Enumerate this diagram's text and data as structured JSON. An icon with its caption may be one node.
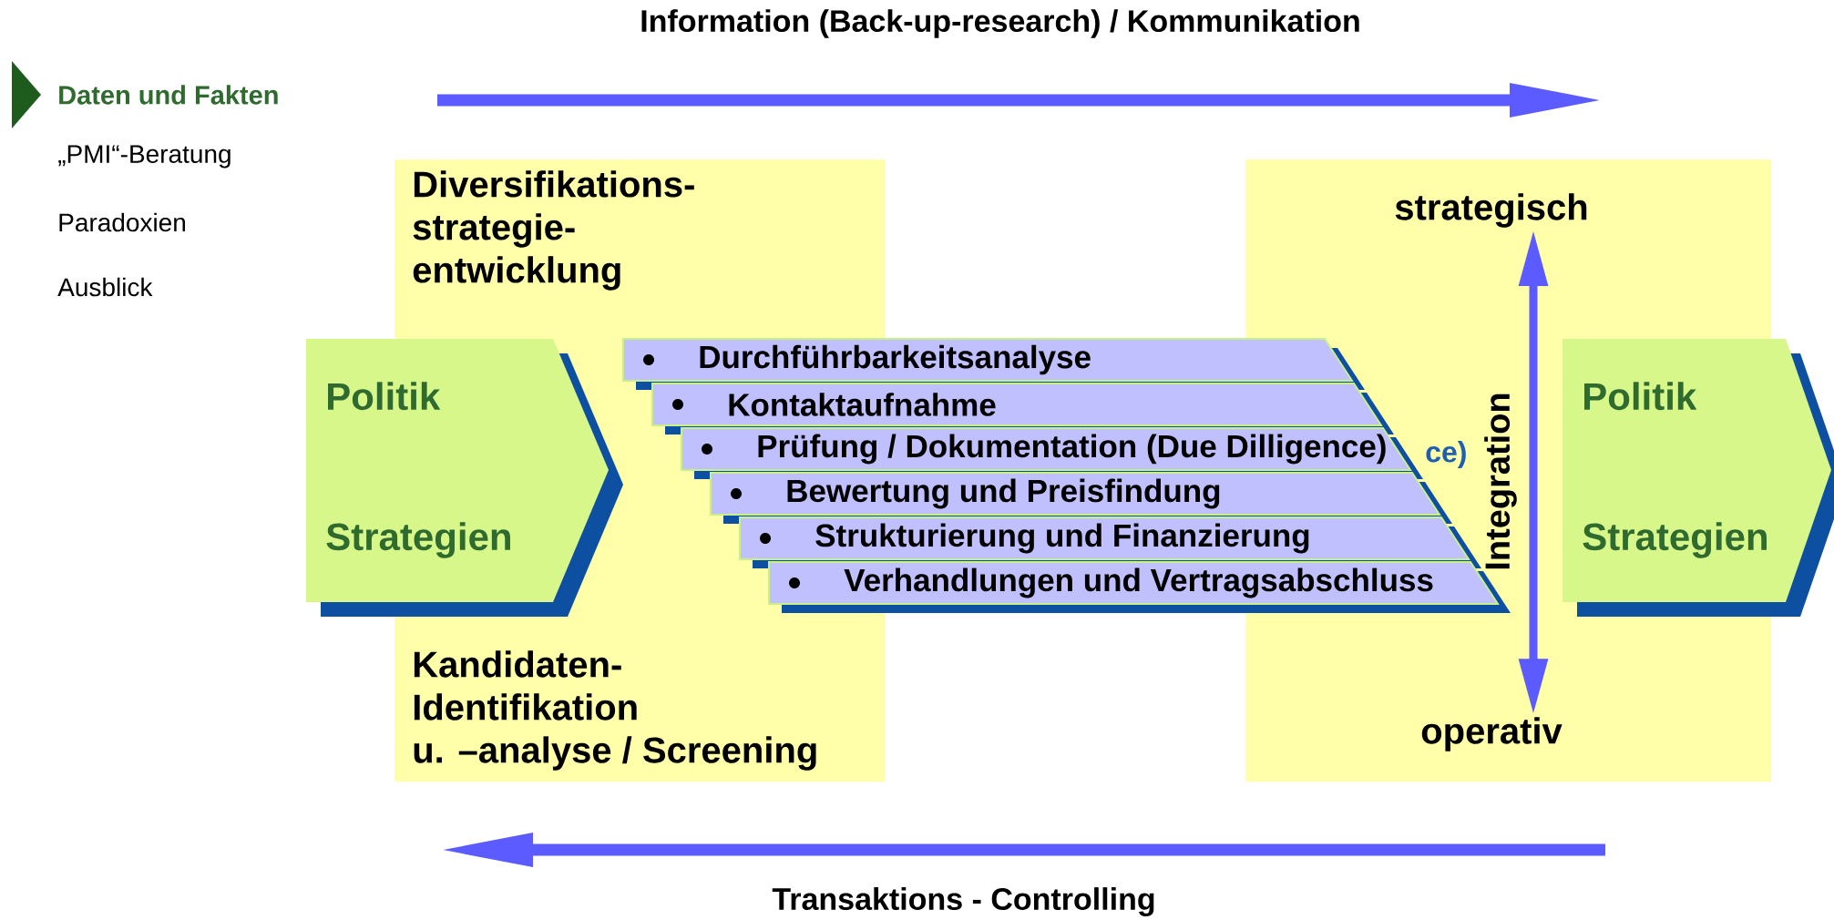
{
  "diagram": {
    "title": "Information (Back-up-research) / Kommunikation",
    "caption": "Transaktions - Controlling",
    "nodes": [
      {
        "text": [
          "Diversifikations- strategie- entwicklung",
          "Kandidaten- Identifikation u. –analyse / Screening"
        ]
      },
      {
        "text": [
          "Politik",
          "Strategien"
        ]
      },
      {
        "text": [
          "Durchführbarkeitsanalyse"
        ]
      },
      {
        "text": [
          "Kontaktaufnahme"
        ]
      },
      {
        "text": [
          "Prüfung / Dokumentation (Due Dilligence)"
        ]
      },
      {
        "text": [
          "Bewertung und Preisfindung"
        ]
      },
      {
        "text": [
          "Strukturierung und Finanzierung"
        ]
      },
      {
        "text": [
          "Verhandlungen und Vertragsabschluss"
        ]
      },
      {
        "text": [],
        "shape": "box"
      },
      {
        "text": [
          "strategisch"
        ],
        "in": 8
      },
      {
        "text": [
          "operativ"
        ],
        "in": 8
      },
      {
        "text": [
          "Politik",
          "Strategien"
        ]
      }
    ],
    "edges": [
      {
        "from": 9,
        "to": 10,
        "arrow": "both",
        "label": "Integration"
      }
    ],
    "labels": [
      "Daten und Fakten",
      "„PMI“-Beratung",
      "Paradoxien",
      "Ausblick",
      "ce)"
    ]
  }
}
